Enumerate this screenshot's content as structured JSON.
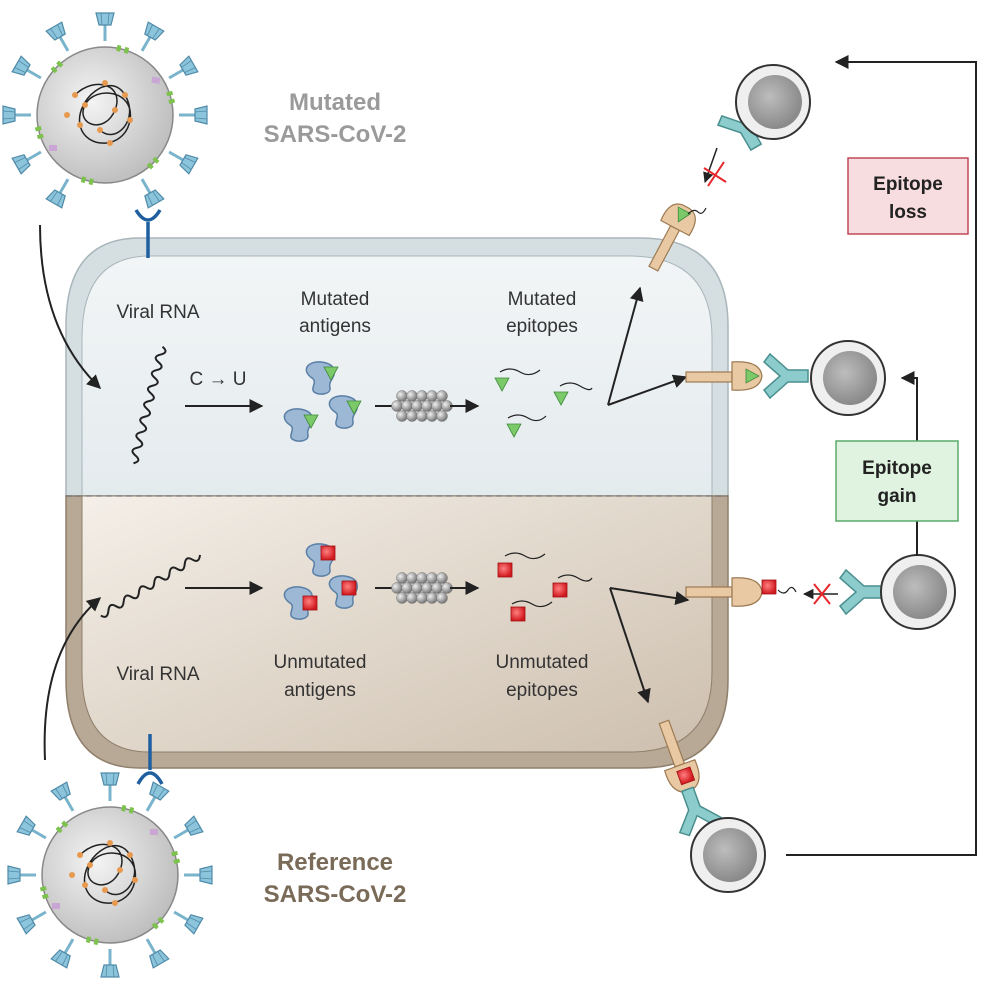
{
  "viruses": {
    "mutated_title": [
      "Mutated",
      "SARS-CoV-2"
    ],
    "reference_title": [
      "Reference",
      "SARS-CoV-2"
    ]
  },
  "mutated_row": {
    "rna_label": "Viral RNA",
    "transition": "C → U",
    "antigens_label": [
      "Mutated",
      "antigens"
    ],
    "epitopes_label": [
      "Mutated",
      "epitopes"
    ]
  },
  "unmutated_row": {
    "rna_label": "Viral RNA",
    "antigens_label": [
      "Unmutated",
      "antigens"
    ],
    "epitopes_label": [
      "Unmutated",
      "epitopes"
    ]
  },
  "outcomes": {
    "loss": [
      "Epitope",
      "loss"
    ],
    "gain": [
      "Epitope",
      "gain"
    ]
  },
  "colors": {
    "mutated_title": "#9a9a9a",
    "reference_title": "#7a6a58",
    "cell_upper": "#d5dfe2",
    "cell_lower": "#b7a996",
    "loss_box_fill": "#f8dde0",
    "loss_box_stroke": "#c0485a",
    "gain_box_fill": "#e0f2e0",
    "gain_box_stroke": "#5aaa6a",
    "mutated_epitope": "#7cc96a",
    "unmutated_epitope": "#e8262b",
    "antibody": "#7cc4c4",
    "mhc": "#e8c9a4",
    "spike": "#8cc4dc"
  }
}
